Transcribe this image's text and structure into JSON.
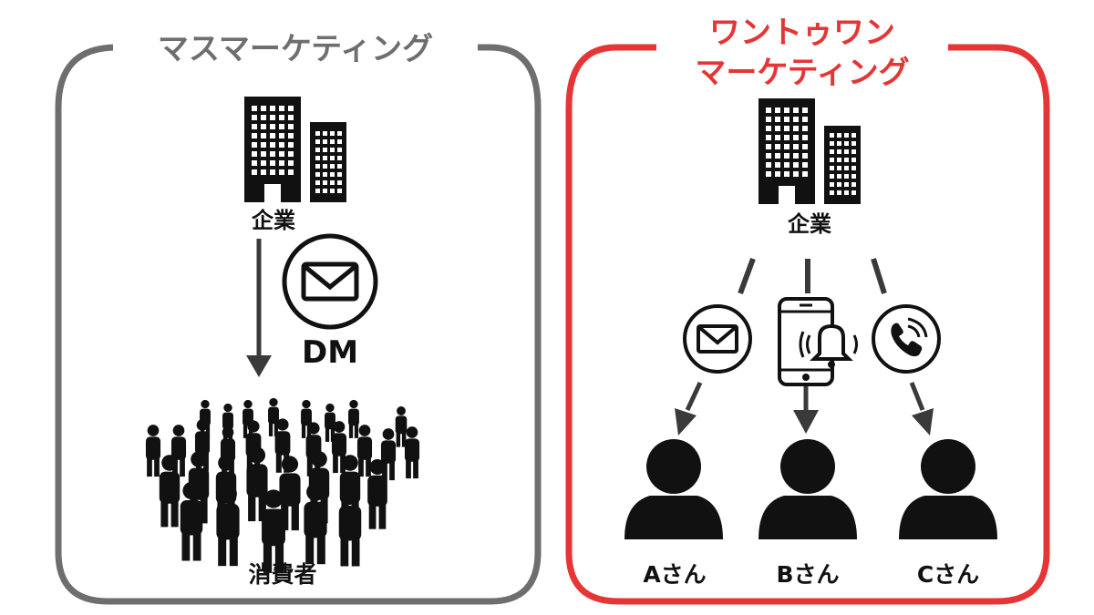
{
  "mass": {
    "title": "マスマーケティング",
    "company_label": "企業",
    "channel_label": "DM",
    "consumers_label": "消費者",
    "icons": [
      "building-icon",
      "mail-icon",
      "crowd-icon"
    ]
  },
  "one_to_one": {
    "title_line1": "ワントゥワン",
    "title_line2": "マーケティング",
    "company_label": "企業",
    "channels": [
      "mail-icon",
      "smartphone-notification-icon",
      "phone-icon"
    ],
    "customers": [
      "Aさん",
      "Bさん",
      "Cさん"
    ]
  },
  "colors": {
    "mass_frame": "#6e6e6e",
    "one_to_one_frame": "#e63535",
    "ink": "#111111",
    "arrow": "#3a3a3a"
  }
}
